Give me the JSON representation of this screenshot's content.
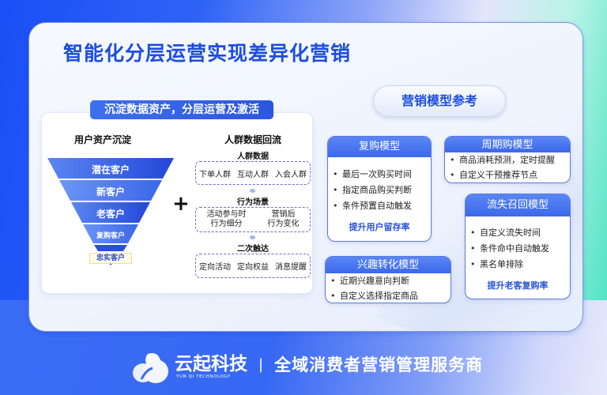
{
  "title": "智能化分层运营实现差异化营销",
  "left_section": {
    "ribbon": "沉淀数据资产，分层运营及激活",
    "funnel_title": "用户资产沉淀",
    "funnel_levels": [
      "潜在客户",
      "新客户",
      "老客户",
      "复购客户",
      "忠实客户"
    ],
    "plus_symbol": "+",
    "flow_title": "人群数据回流",
    "flow_groups": [
      {
        "label": "人群数据",
        "items": [
          "下单人群",
          "互动人群",
          "入会人群"
        ]
      },
      {
        "label": "行为场景",
        "items": [
          "活动参与时\n行为细分",
          "营销后\n行为变化"
        ]
      },
      {
        "label": "二次触达",
        "items": [
          "定向活动",
          "定向权益",
          "消息提醒"
        ]
      }
    ]
  },
  "models_section": {
    "heading": "营销模型参考",
    "models": [
      {
        "name": "复购模型",
        "items": [
          "最后一次购买时间",
          "指定商品购买判断",
          "条件预置自动触发"
        ],
        "footer": "提升用户留存率"
      },
      {
        "name": "周期购模型",
        "items": [
          "商品消耗预测，定时提醒",
          "自定义干预推荐节点"
        ],
        "footer": ""
      },
      {
        "name": "流失召回模型",
        "items": [
          "自定义流失时间",
          "条件命中自动触发",
          "黑名单排除"
        ],
        "footer": "提升老客复购率"
      },
      {
        "name": "兴趣转化模型",
        "items": [
          "近期兴趣意向判断",
          "自定义选择指定商品"
        ],
        "footer": ""
      }
    ]
  },
  "footer": {
    "brand_cn": "云起科技",
    "brand_en": "YUN QI TECHNOLOGY",
    "separator": "|",
    "slogan": "全域消费者营销管理服务商"
  },
  "colors": {
    "primary_blue": "#1d4de0",
    "header_blue": "#3b69ea",
    "accent_green": "#3ee0bd"
  }
}
